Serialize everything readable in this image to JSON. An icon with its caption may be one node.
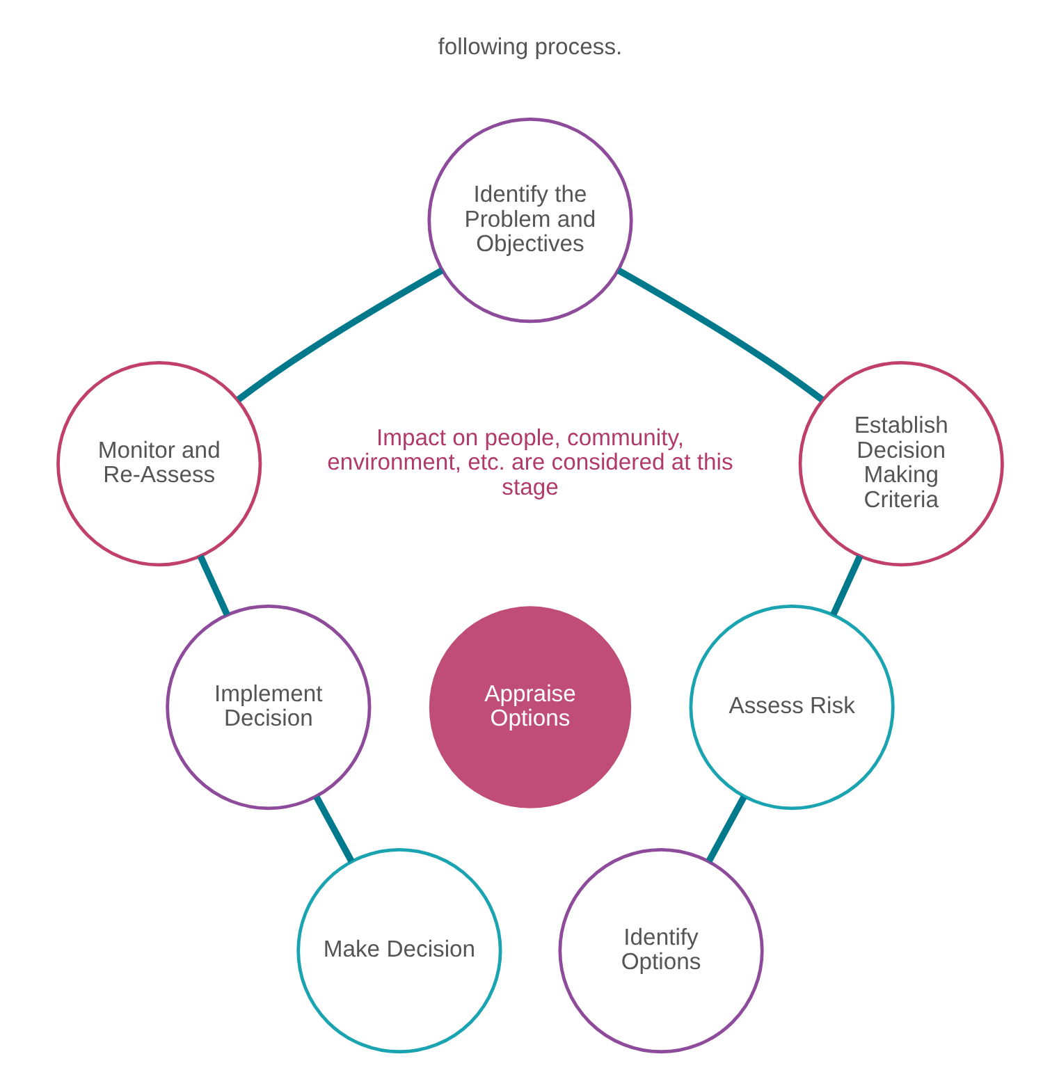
{
  "diagram": {
    "nodes": [
      {
        "text": [
          "Identify the Problem and Objectives"
        ]
      },
      {
        "text": [
          "Monitor and Re-Assess"
        ]
      },
      {
        "text": [
          "Establish Decision Making Criteria"
        ]
      },
      {
        "text": [
          "Appraise Options"
        ]
      },
      {
        "text": [
          "Assess Risk"
        ]
      },
      {
        "text": [
          "Implement Decision"
        ]
      },
      {
        "text": [
          "Make Decision"
        ]
      },
      {
        "text": [
          "Identify Options"
        ]
      }
    ],
    "edges": [
      {
        "from": 0,
        "to": 2,
        "arrow": "none"
      },
      {
        "from": 2,
        "to": 4,
        "arrow": "none"
      },
      {
        "from": 4,
        "to": 7,
        "arrow": "none"
      },
      {
        "from": 6,
        "to": 5,
        "arrow": "none"
      },
      {
        "from": 5,
        "to": 1,
        "arrow": "none"
      },
      {
        "from": 1,
        "to": 0,
        "arrow": "none"
      }
    ],
    "labels": [
      "following process.",
      "Impact on people, community, environment, etc. are considered at this stage"
    ]
  }
}
